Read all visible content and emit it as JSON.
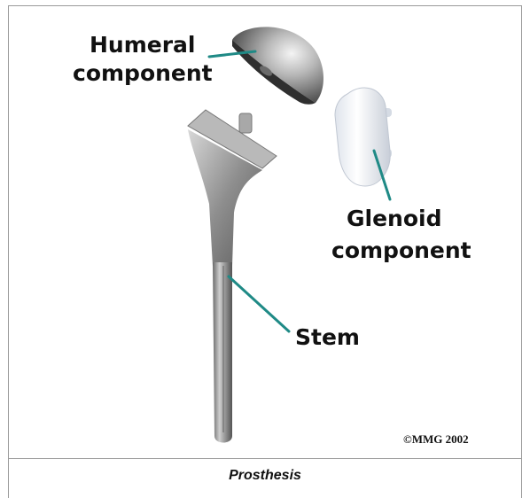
{
  "labels": {
    "humeral_line1": "Humeral",
    "humeral_line2": "component",
    "glenoid_line1": "Glenoid",
    "glenoid_line2": "component",
    "stem": "Stem"
  },
  "copyright": "©MMG 2002",
  "caption": "Prosthesis",
  "colors": {
    "leader_line": "#1f8a86",
    "metal_light": "#e6e6e6",
    "metal_dark": "#5e5e5e",
    "glenoid": "#eef2f7"
  }
}
